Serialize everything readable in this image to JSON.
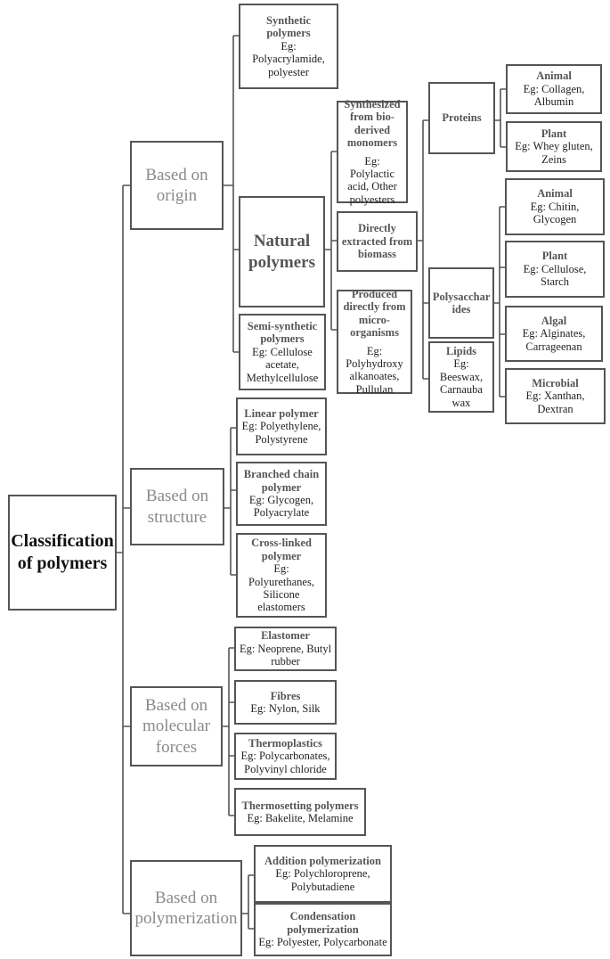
{
  "root": "Classification of polymers",
  "categories": {
    "origin": "Based on origin",
    "structure": "Based on structure",
    "forces": "Based on molecular forces",
    "polymerization": "Based on polymerization"
  },
  "origin": {
    "synthetic": {
      "title": "Synthetic polymers",
      "eg": "Eg: Polyacrylamide, polyester"
    },
    "natural": {
      "title": "Natural polymers"
    },
    "semi": {
      "title": "Semi-synthetic polymers",
      "eg": "Eg: Cellulose acetate, Methylcellulose"
    }
  },
  "natural": {
    "bioderived": {
      "title": "Synthesized from bio-derived monomers",
      "eg": "Eg: Polylactic acid, Other polyesters"
    },
    "biomass": {
      "title": "Directly extracted from biomass"
    },
    "micro": {
      "title": "Produced directly from micro-organisms",
      "eg": "Eg: Polyhydroxy alkanoates, Pullulan"
    }
  },
  "biomass": {
    "proteins": "Proteins",
    "polysaccharides": "Polysacchar ides",
    "lipids": {
      "title": "Lipids",
      "eg": "Eg: Beeswax, Carnauba wax"
    }
  },
  "proteins": {
    "animal": {
      "title": "Animal",
      "eg": "Eg: Collagen, Albumin"
    },
    "plant": {
      "title": "Plant",
      "eg": "Eg: Whey gluten, Zeins"
    }
  },
  "polysaccharides": {
    "animal": {
      "title": "Animal",
      "eg": "Eg: Chitin, Glycogen"
    },
    "plant": {
      "title": "Plant",
      "eg": "Eg: Cellulose, Starch"
    },
    "algal": {
      "title": "Algal",
      "eg": "Eg: Alginates, Carrageenan"
    },
    "microbial": {
      "title": "Microbial",
      "eg": "Eg: Xanthan, Dextran"
    }
  },
  "structure": {
    "linear": {
      "title": "Linear polymer",
      "eg": "Eg: Polyethylene, Polystyrene"
    },
    "branched": {
      "title": "Branched chain polymer",
      "eg": "Eg: Glycogen, Polyacrylate"
    },
    "crosslinked": {
      "title": "Cross-linked polymer",
      "eg": "Eg: Polyurethanes, Silicone elastomers"
    }
  },
  "forces": {
    "elastomer": {
      "title": "Elastomer",
      "eg": "Eg: Neoprene, Butyl rubber"
    },
    "fibres": {
      "title": "Fibres",
      "eg": "Eg: Nylon, Silk"
    },
    "thermoplastics": {
      "title": "Thermoplastics",
      "eg": "Eg: Polycarbonates, Polyvinyl chloride"
    },
    "thermosetting": {
      "title": "Thermosetting polymers",
      "eg": "Eg: Bakelite, Melamine"
    }
  },
  "polymerization": {
    "addition": {
      "title": "Addition polymerization",
      "eg": "Eg: Polychloroprene, Polybutadiene"
    },
    "condensation": {
      "title": "Condensation polymerization",
      "eg": "Eg: Polyester, Polycarbonate"
    }
  }
}
